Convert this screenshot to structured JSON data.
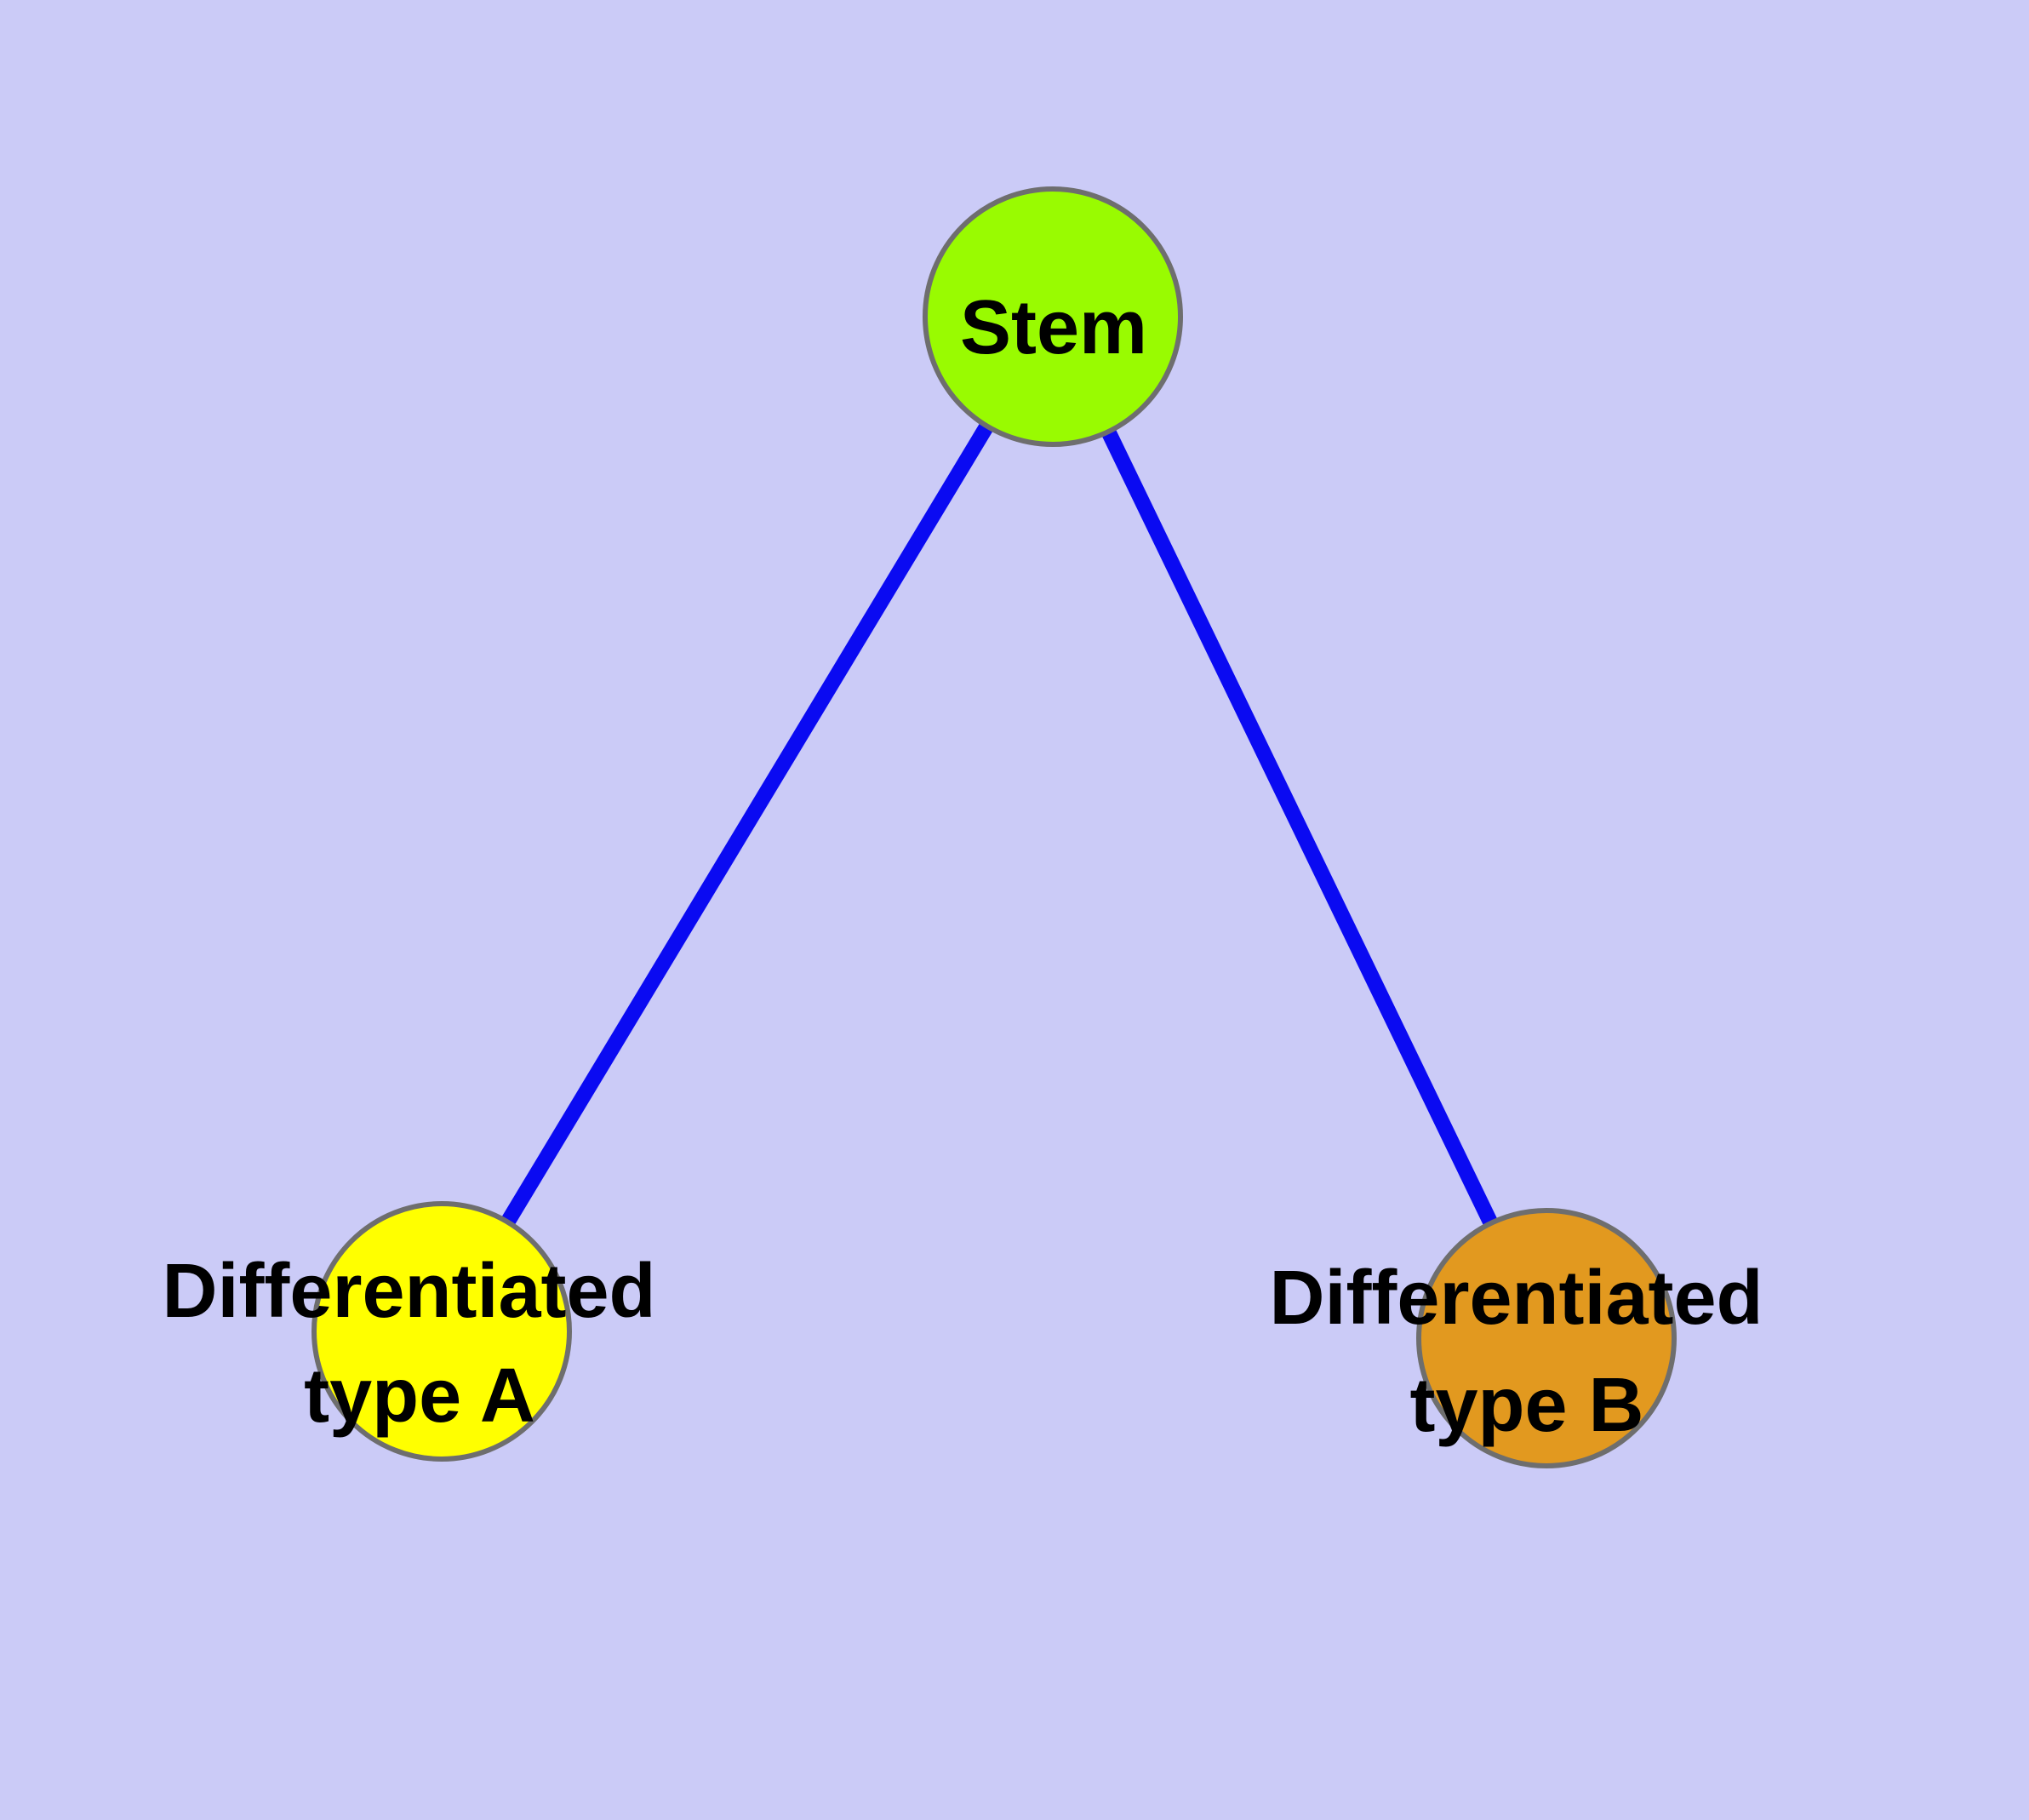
{
  "colors": {
    "background": "#CBCBF7",
    "edge": "#0A0AF2",
    "node_border": "#6E6E6E",
    "label": "#000000"
  },
  "diagram": {
    "type": "node-link-graph",
    "description_of_visible_content": "Three circular nodes connected by two straight blue edges forming a V shape",
    "nodes": [
      {
        "id": "stem",
        "label": "Stem",
        "label_lines": [
          "Stem"
        ],
        "color": "#99FB01"
      },
      {
        "id": "type_a",
        "label": "Differentiated type A",
        "label_lines": [
          "Differentiated",
          "type A"
        ],
        "color": "#FFFF00"
      },
      {
        "id": "type_b",
        "label": "Differentiated type B",
        "label_lines": [
          "Differentiated",
          "type B"
        ],
        "color": "#E2991F"
      }
    ],
    "edges": [
      {
        "from": "Stem",
        "to": "Differentiated type A"
      },
      {
        "from": "Stem",
        "to": "Differentiated type B"
      }
    ]
  }
}
